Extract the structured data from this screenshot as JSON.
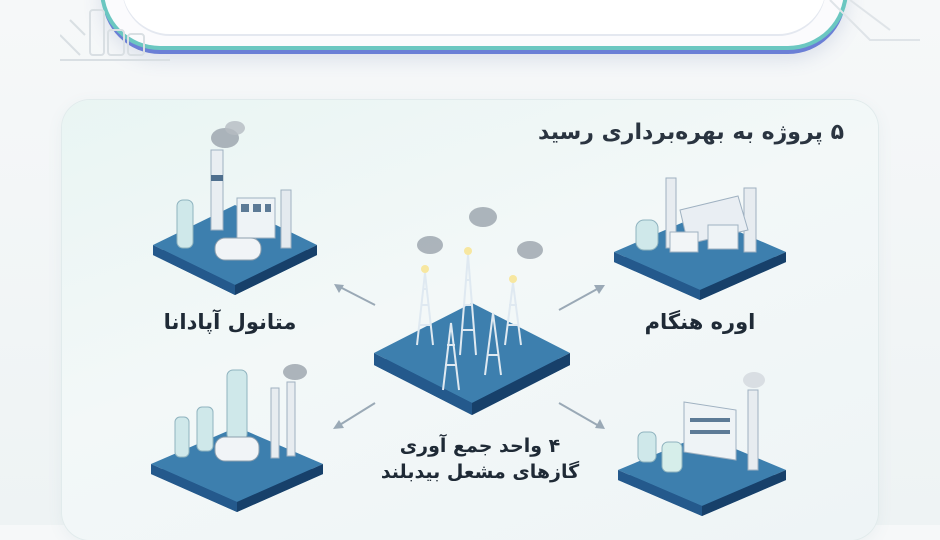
{
  "title": "۵ پروژه به بهره‌برداری رسید",
  "nodes": {
    "methanol": {
      "label": "متانول آپادانا"
    },
    "urea": {
      "label": "اوره هنگام"
    },
    "center": {
      "line1": "۴ واحد جمع آوری",
      "line2": "گازهای مشعل بیدبلند"
    }
  },
  "colors": {
    "platform_top": "#3d7fae",
    "platform_side": "#1f4f80",
    "accent_teal": "#6bc7c1",
    "accent_blue": "#6b7fd6",
    "arrow": "#9aa9b6"
  }
}
